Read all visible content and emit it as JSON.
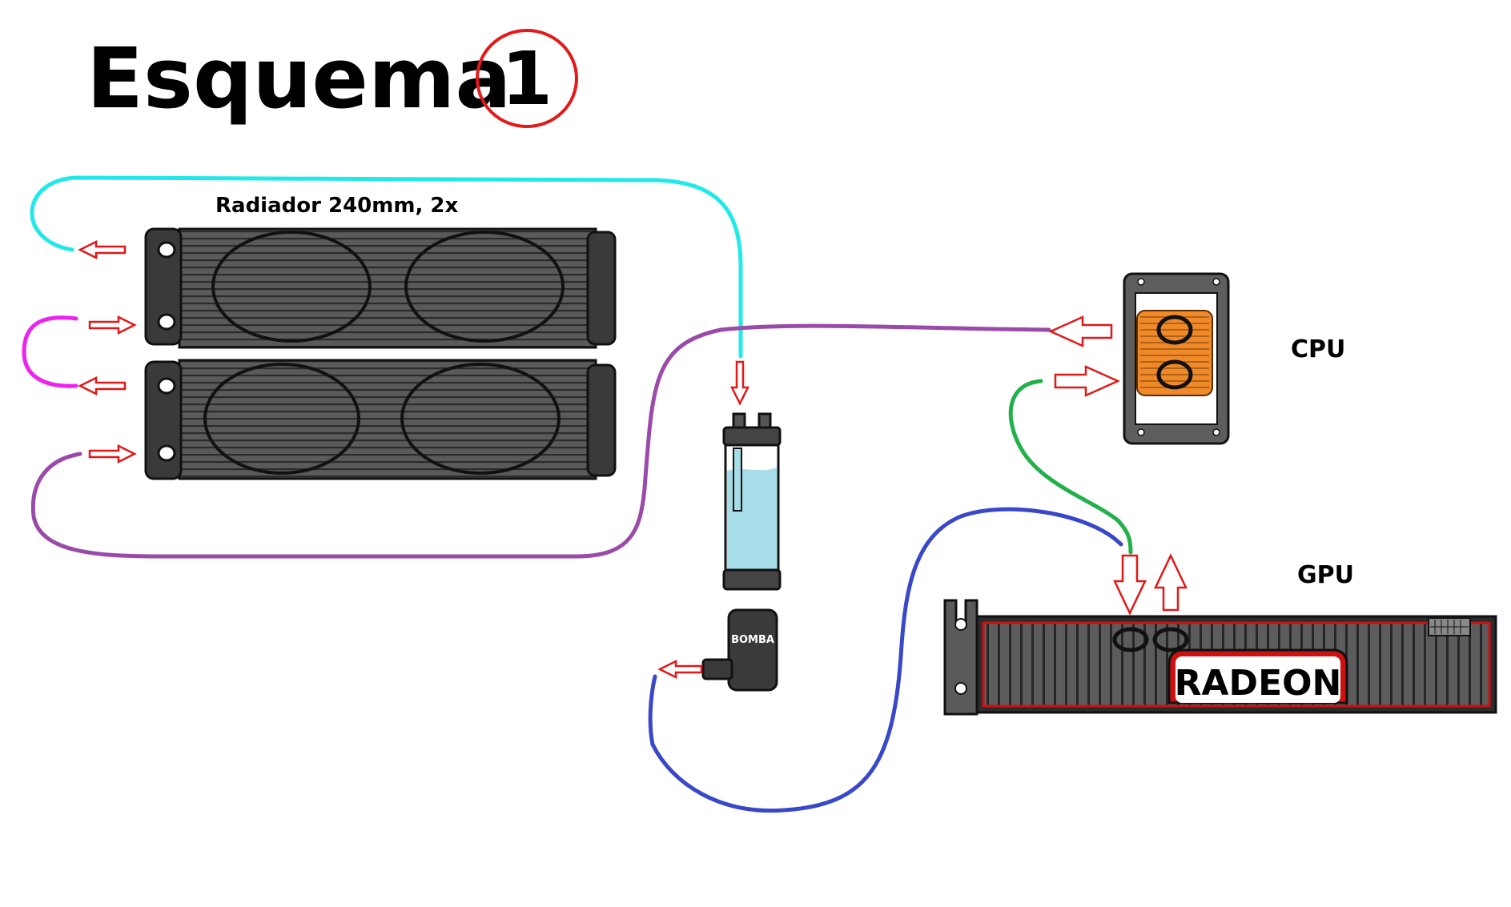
{
  "title": {
    "text": "Esquema",
    "number": "1"
  },
  "radiator": {
    "label": "Radiador 240mm, 2x"
  },
  "pump": {
    "label": "BOMBA"
  },
  "cpu": {
    "label": "CPU"
  },
  "gpu": {
    "label": "GPU",
    "brand": "RADEON"
  },
  "colors": {
    "tube_cyan": "#22e8e8",
    "tube_magenta": "#ee22ee",
    "tube_purple": "#9a4aa8",
    "tube_green": "#22b04a",
    "tube_blue": "#3848c8",
    "arrow_red": "#e01818",
    "copper": "#f08a28",
    "coolant": "#a6dde8",
    "gpu_red": "#cc1111"
  }
}
